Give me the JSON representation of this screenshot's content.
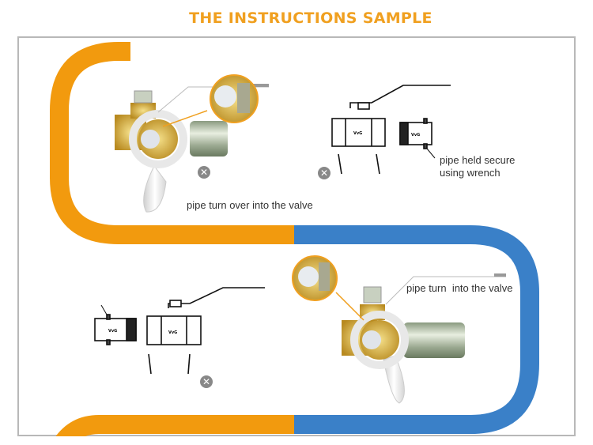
{
  "title": "THE INSTRUCTIONS SAMPLE",
  "colors": {
    "title": "#f0a020",
    "orange_path": "#f29a0e",
    "blue_path": "#3a80c8",
    "frame": "#b8b8b8",
    "wrong_icon": "#888888",
    "brass": "#d8b040"
  },
  "steps": [
    {
      "id": "step1",
      "caption": "pipe turn over into the valve",
      "status": "wrong",
      "icon": "x-circle-icon"
    },
    {
      "id": "step2",
      "caption": "pipe held secure using wrench",
      "caption_lines": [
        "pipe held secure",
        "using wrench"
      ],
      "status": "wrong",
      "icon": "x-circle-icon",
      "logo": "VvG"
    },
    {
      "id": "step3",
      "status": "wrong",
      "icon": "x-circle-icon",
      "logo": "VvG"
    },
    {
      "id": "step4",
      "caption": "pipe turn  into the valve",
      "status": "correct"
    }
  ],
  "icons": {
    "wrong": "✕"
  }
}
